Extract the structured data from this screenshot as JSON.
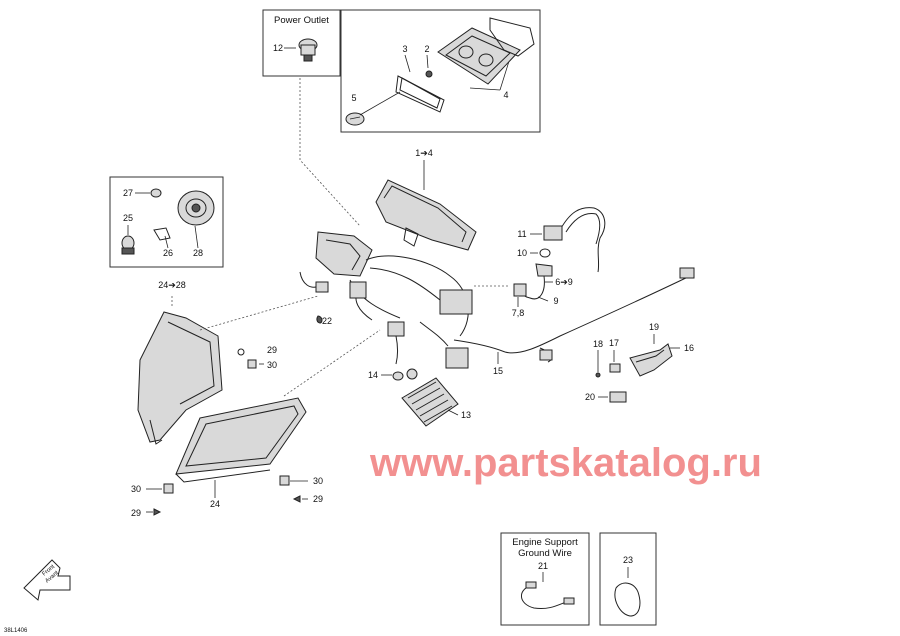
{
  "boxes": {
    "power_outlet_title": "Power Outlet",
    "engine_support_title_line1": "Engine Support",
    "engine_support_title_line2": "Ground Wire"
  },
  "callouts": {
    "c1_4": "1➔4",
    "c2": "2",
    "c3": "3",
    "c4": "4",
    "c5": "5",
    "c6_9": "6➔9",
    "c7_8": "7,8",
    "c9": "9",
    "c10": "10",
    "c11": "11",
    "c12": "12",
    "c13": "13",
    "c14": "14",
    "c15": "15",
    "c16": "16",
    "c17": "17",
    "c18": "18",
    "c19": "19",
    "c20": "20",
    "c21": "21",
    "c22": "22",
    "c23": "23",
    "c24": "24",
    "c24_28": "24➔28",
    "c25": "25",
    "c26": "26",
    "c27": "27",
    "c28": "28",
    "c29_a": "29",
    "c29_b": "29",
    "c29_c": "29",
    "c30_a": "30",
    "c30_b": "30",
    "c30_c": "30"
  },
  "watermark": "www.partskatalog.ru",
  "front_arrow": {
    "line1": "Front",
    "line2": "Avant"
  },
  "diagram_code": "38L1406"
}
